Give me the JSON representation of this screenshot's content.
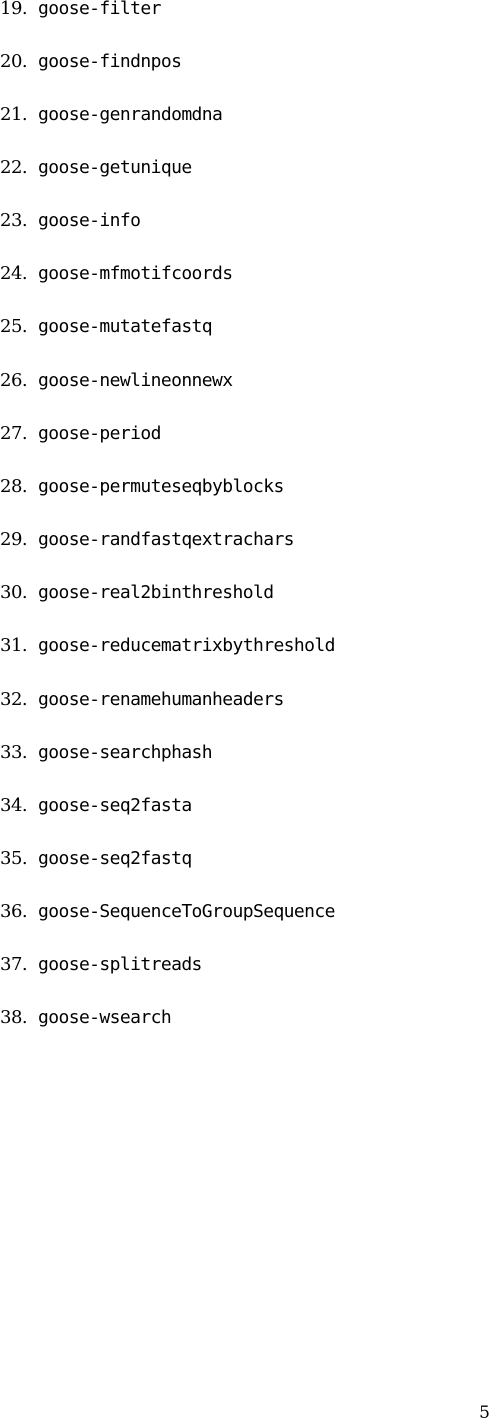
{
  "items": [
    {
      "number": "19.",
      "name": "goose-filter"
    },
    {
      "number": "20.",
      "name": "goose-findnpos"
    },
    {
      "number": "21.",
      "name": "goose-genrandomdna"
    },
    {
      "number": "22.",
      "name": "goose-getunique"
    },
    {
      "number": "23.",
      "name": "goose-info"
    },
    {
      "number": "24.",
      "name": "goose-mfmotifcoords"
    },
    {
      "number": "25.",
      "name": "goose-mutatefastq"
    },
    {
      "number": "26.",
      "name": "goose-newlineonnewx"
    },
    {
      "number": "27.",
      "name": "goose-period"
    },
    {
      "number": "28.",
      "name": "goose-permuteseqbyblocks"
    },
    {
      "number": "29.",
      "name": "goose-randfastqextrachars"
    },
    {
      "number": "30.",
      "name": "goose-real2binthreshold"
    },
    {
      "number": "31.",
      "name": "goose-reducematrixbythreshold"
    },
    {
      "number": "32.",
      "name": "goose-renamehumanheaders"
    },
    {
      "number": "33.",
      "name": "goose-searchphash"
    },
    {
      "number": "34.",
      "name": "goose-seq2fasta"
    },
    {
      "number": "35.",
      "name": "goose-seq2fastq"
    },
    {
      "number": "36.",
      "name": "goose-SequenceToGroupSequence"
    },
    {
      "number": "37.",
      "name": "goose-splitreads"
    },
    {
      "number": "38.",
      "name": "goose-wsearch"
    }
  ],
  "page_number": "5"
}
